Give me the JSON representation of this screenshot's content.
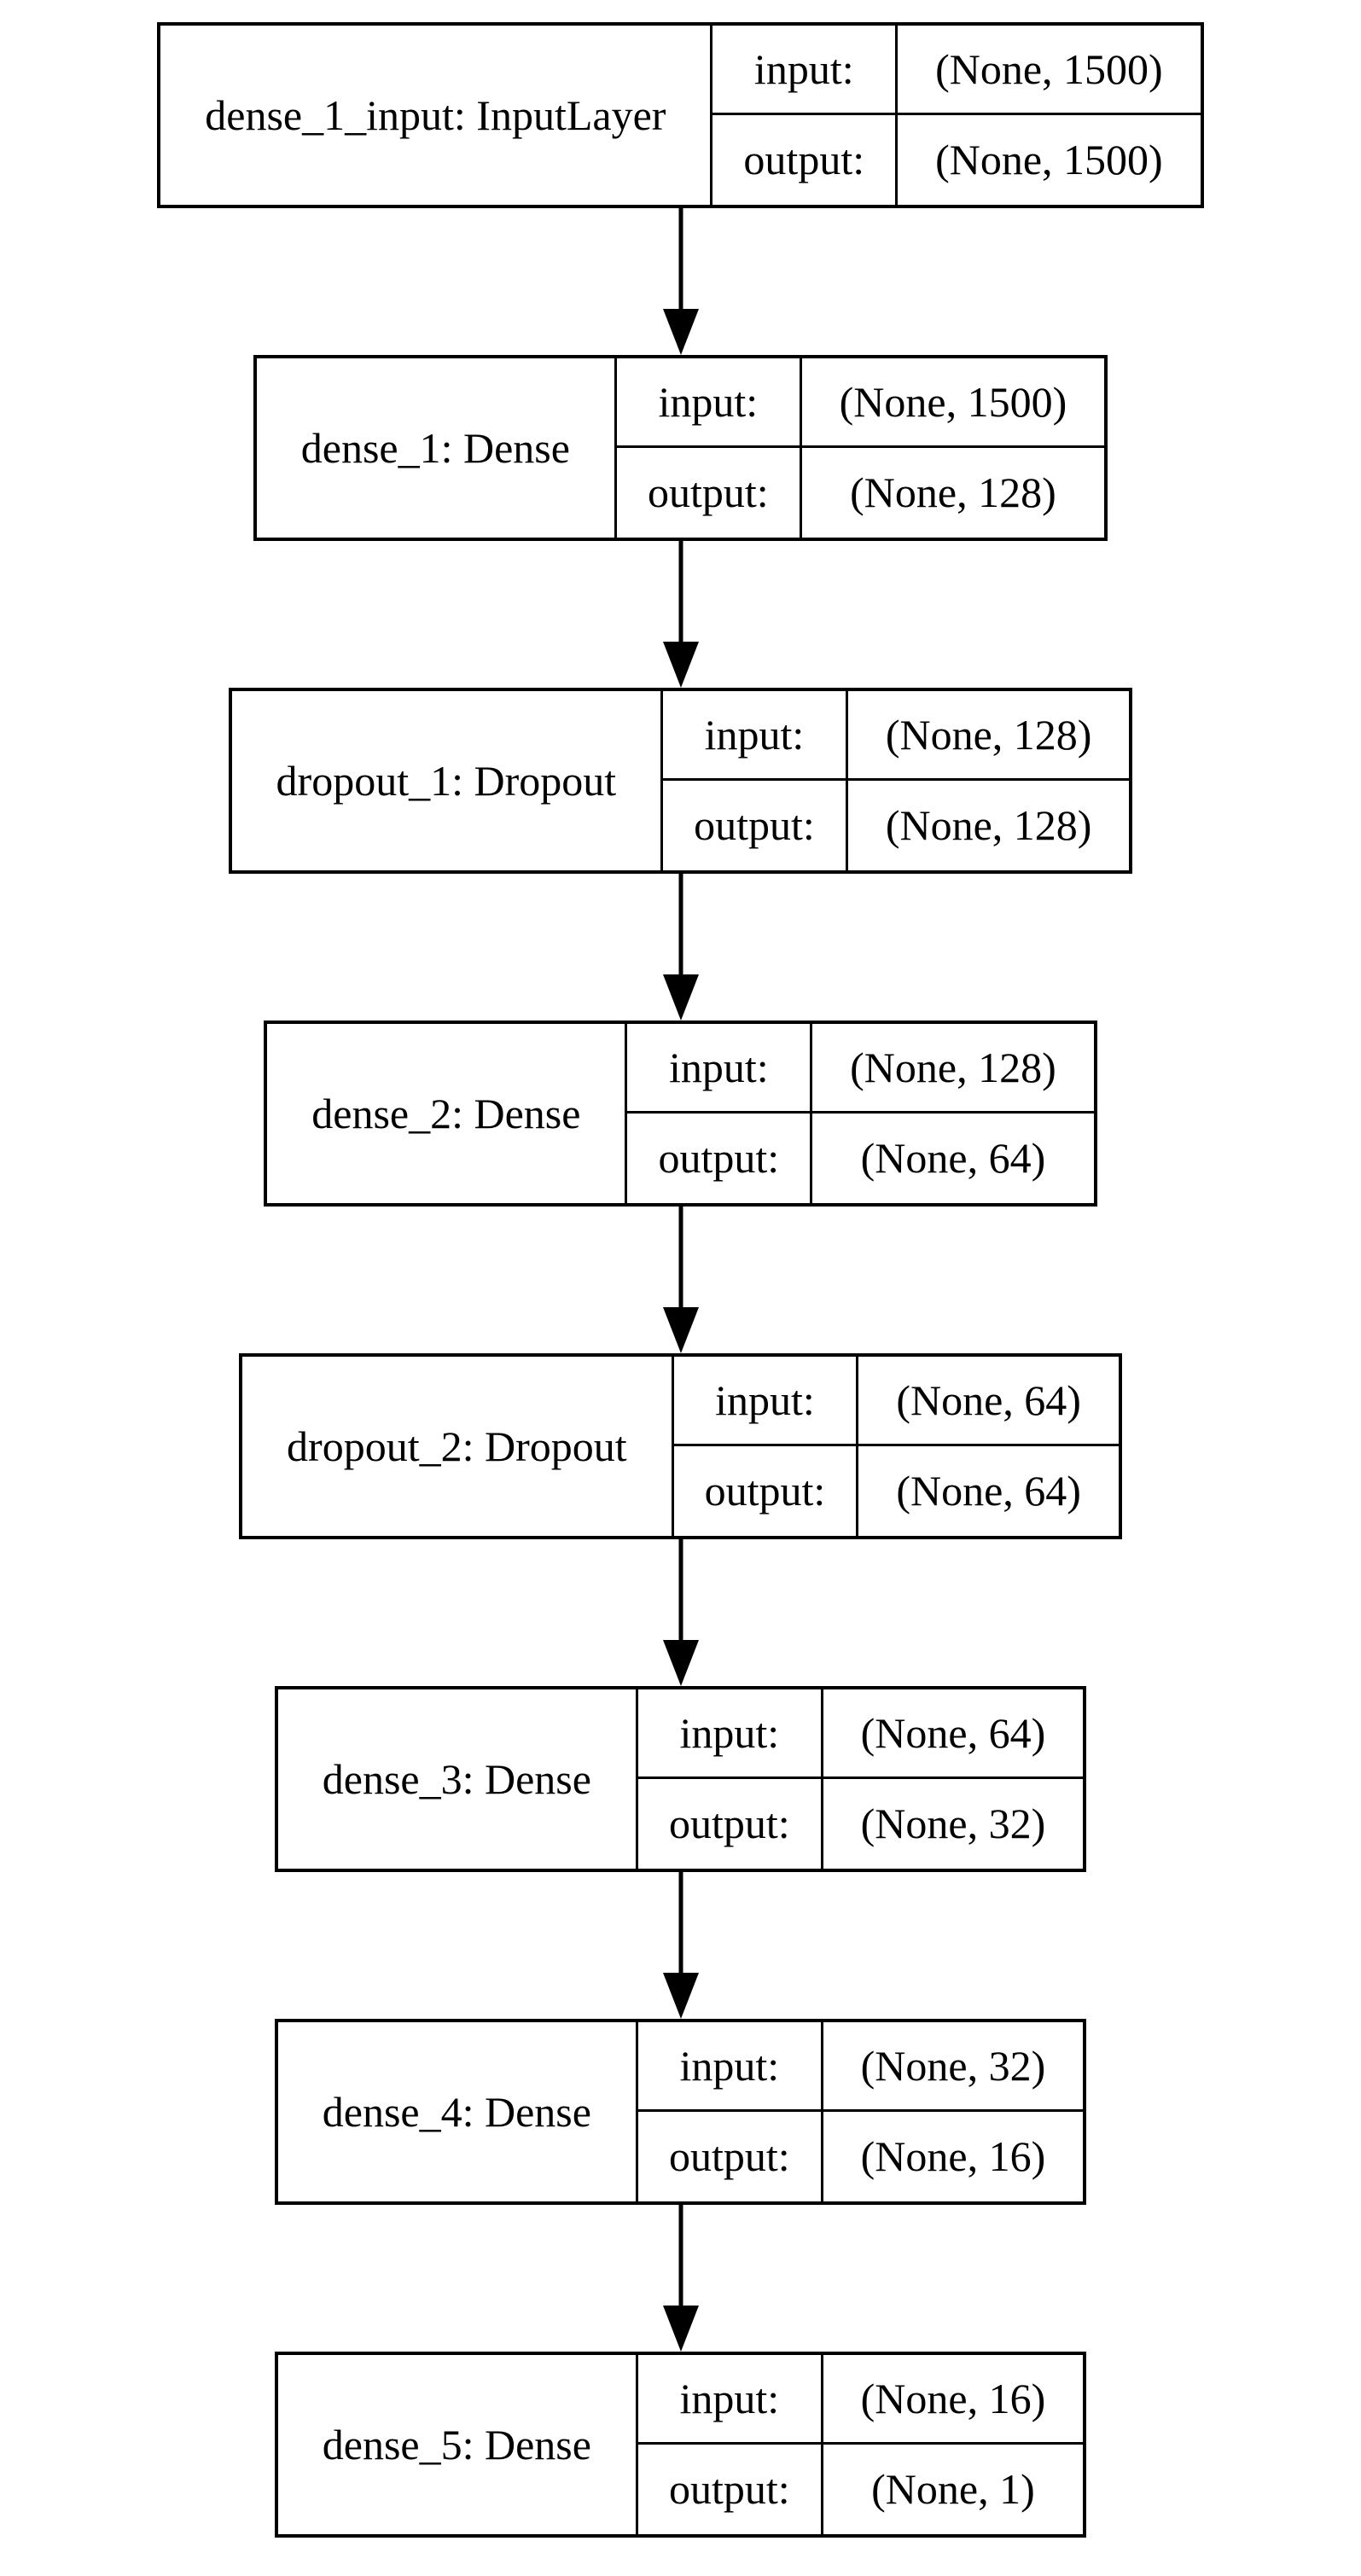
{
  "diagram": {
    "kind": "keras-model-architecture",
    "colors": {
      "line": "#000000",
      "background": "#ffffff"
    },
    "io_labels": {
      "input": "input:",
      "output": "output:"
    },
    "layers": [
      {
        "label": "dense_1_input: InputLayer",
        "input_shape": "(None, 1500)",
        "output_shape": "(None, 1500)"
      },
      {
        "label": "dense_1: Dense",
        "input_shape": "(None, 1500)",
        "output_shape": "(None, 128)"
      },
      {
        "label": "dropout_1: Dropout",
        "input_shape": "(None, 128)",
        "output_shape": "(None, 128)"
      },
      {
        "label": "dense_2: Dense",
        "input_shape": "(None, 128)",
        "output_shape": "(None, 64)"
      },
      {
        "label": "dropout_2: Dropout",
        "input_shape": "(None, 64)",
        "output_shape": "(None, 64)"
      },
      {
        "label": "dense_3: Dense",
        "input_shape": "(None, 64)",
        "output_shape": "(None, 32)"
      },
      {
        "label": "dense_4: Dense",
        "input_shape": "(None, 32)",
        "output_shape": "(None, 16)"
      },
      {
        "label": "dense_5: Dense",
        "input_shape": "(None, 16)",
        "output_shape": "(None, 1)"
      }
    ]
  }
}
